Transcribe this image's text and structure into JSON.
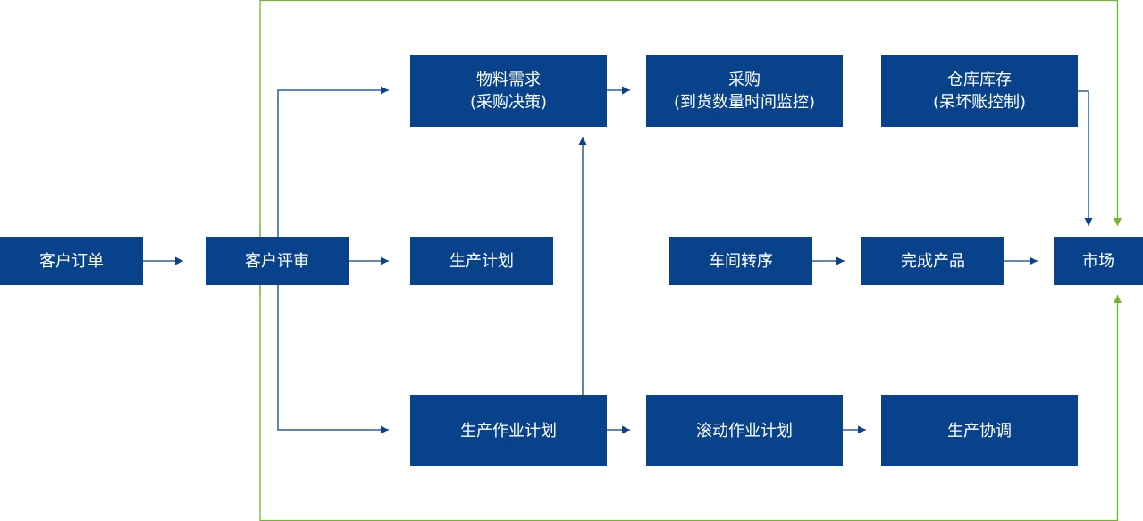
{
  "nodes": {
    "customer_order": {
      "line1": "客户订单"
    },
    "customer_review": {
      "line1": "客户评审"
    },
    "material_demand": {
      "line1": "物料需求",
      "line2": "(采购决策)"
    },
    "procurement": {
      "line1": "采购",
      "line2": "(到货数量时间监控)"
    },
    "warehouse": {
      "line1": "仓库库存",
      "line2": "(呆坏账控制)"
    },
    "production_plan": {
      "line1": "生产计划"
    },
    "workshop_transfer": {
      "line1": "车间转序"
    },
    "finished_product": {
      "line1": "完成产品"
    },
    "market": {
      "line1": "市场"
    },
    "production_job_plan": {
      "line1": "生产作业计划"
    },
    "rolling_job_plan": {
      "line1": "滚动作业计划"
    },
    "production_coord": {
      "line1": "生产协调"
    }
  },
  "colors": {
    "node_fill": "#07428a",
    "node_text": "#ffffff",
    "arrow": "#07428a",
    "boundary": "#72b433"
  }
}
